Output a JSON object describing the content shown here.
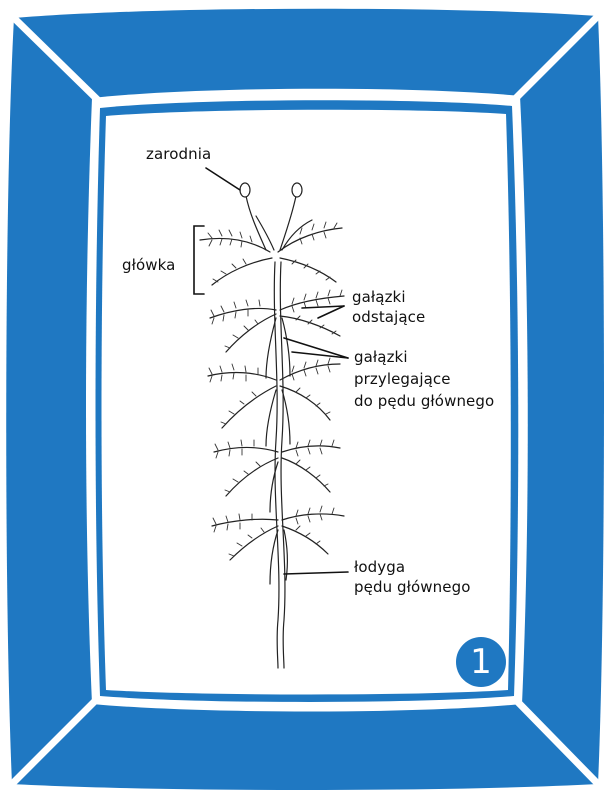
{
  "colors": {
    "frame_blue": "#1f78c2",
    "frame_stripe": "#ffffff",
    "panel": "#ffffff",
    "ink": "#111111",
    "plant_line": "#222222"
  },
  "labels": {
    "zarodnia": "zarodnia",
    "glowka": "główka",
    "galazki_odstajace_line1": "gałązki",
    "galazki_odstajace_line2": "odstające",
    "galazki_przylegajace_line1": "gałązki",
    "galazki_przylegajace_line2": "przylegające",
    "galazki_przylegajace_line3": "do pędu głównego",
    "lodyga_line1": "łodyga",
    "lodyga_line2": "pędu głównego"
  },
  "badge": {
    "number": "1"
  }
}
